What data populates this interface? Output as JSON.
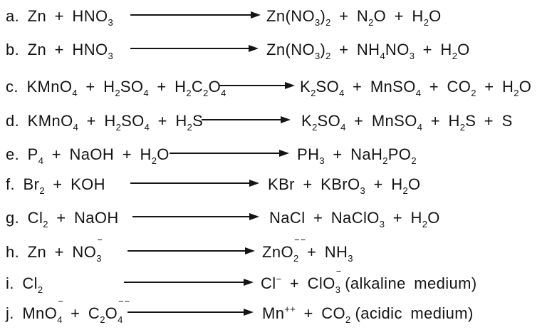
{
  "page": {
    "background_color": "#ffffff",
    "text_color": "#141414",
    "arrow_color": "#141414",
    "arrow_icon": "right-arrow"
  },
  "equations": [
    {
      "label": "a.",
      "reactants": "Zn + HNO_3",
      "products": "Zn(NO_3)_2 + N_2O + H_2O",
      "note": ""
    },
    {
      "label": "b.",
      "reactants": "Zn + HNO_3",
      "products": "Zn(NO_3)_2 + NH_4NO_3 + H_2O",
      "note": ""
    },
    {
      "label": "c.",
      "reactants": "KMnO_4 + H_2SO_4 + H_2C_2O_4",
      "products": "K_2SO_4 + MnSO_4 + CO_2 + H_2O",
      "note": ""
    },
    {
      "label": "d.",
      "reactants": "KMnO_4 + H_2SO_4 + H_2S",
      "products": "K_2SO_4 + MnSO_4 + H_2S + S",
      "note": ""
    },
    {
      "label": "e.",
      "reactants": "P_4 + NaOH + H_2O",
      "products": "PH_3 + NaH_2PO_2",
      "note": ""
    },
    {
      "label": "f.",
      "reactants": "Br_2 + KOH",
      "products": "KBr + KBrO_3 + H_2O",
      "note": ""
    },
    {
      "label": "g.",
      "reactants": "Cl_2 + NaOH",
      "products": "NaCl + NaClO_3 + H_2O",
      "note": ""
    },
    {
      "label": "h.",
      "reactants": "Zn + NO_3^-",
      "products": "ZnO_2^-- + NH_3",
      "note": ""
    },
    {
      "label": "i.",
      "reactants": "Cl_2",
      "products": "Cl^- + ClO_3^-",
      "note": "(alkaline medium)"
    },
    {
      "label": "j.",
      "reactants": "MnO_4^- + C_2O_4^--",
      "products": "Mn^++ + CO_2",
      "note": "(acidic medium)"
    }
  ]
}
